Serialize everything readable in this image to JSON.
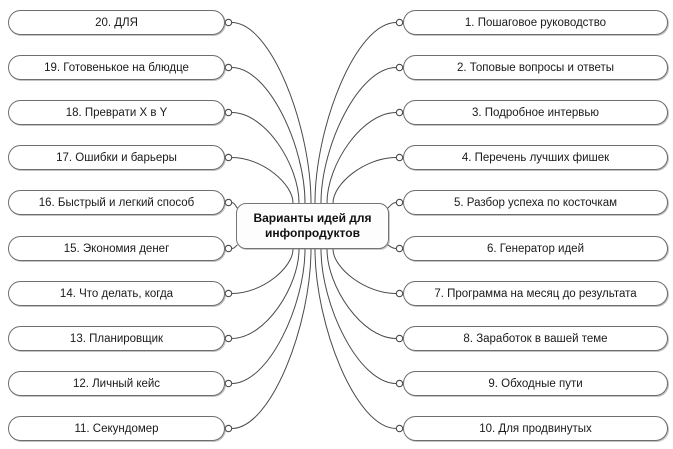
{
  "title": "Варианты идей для инфопродуктов",
  "center": {
    "label": "Варианты идей для инфопродуктов"
  },
  "left_branches": [
    "20. ДЛЯ",
    "19. Готовенькое на блюдце",
    "18. Преврати X в Y",
    "17. Ошибки и барьеры",
    "16. Быстрый и легкий способ",
    "15. Экономия денег",
    "14. Что делать, когда",
    "13. Планировщик",
    "12. Личный кейс",
    "11. Секундомер"
  ],
  "right_branches": [
    "1. Пошаговое руководство",
    "2. Топовые вопросы и ответы",
    "3. Подробное интервью",
    "4. Перечень лучших фишек",
    "5. Разбор успеха по косточкам",
    "6. Генератор идей",
    "7. Программа на месяц до результата",
    "8. Заработок в вашей теме",
    "9. Обходные пути",
    "10. Для продвинутых"
  ],
  "colors": {
    "box_border": "#6e6e6e",
    "center_border": "#757575",
    "connector_line": "#4a4a4a",
    "background": "#ffffff",
    "text": "#1a1a1a"
  }
}
